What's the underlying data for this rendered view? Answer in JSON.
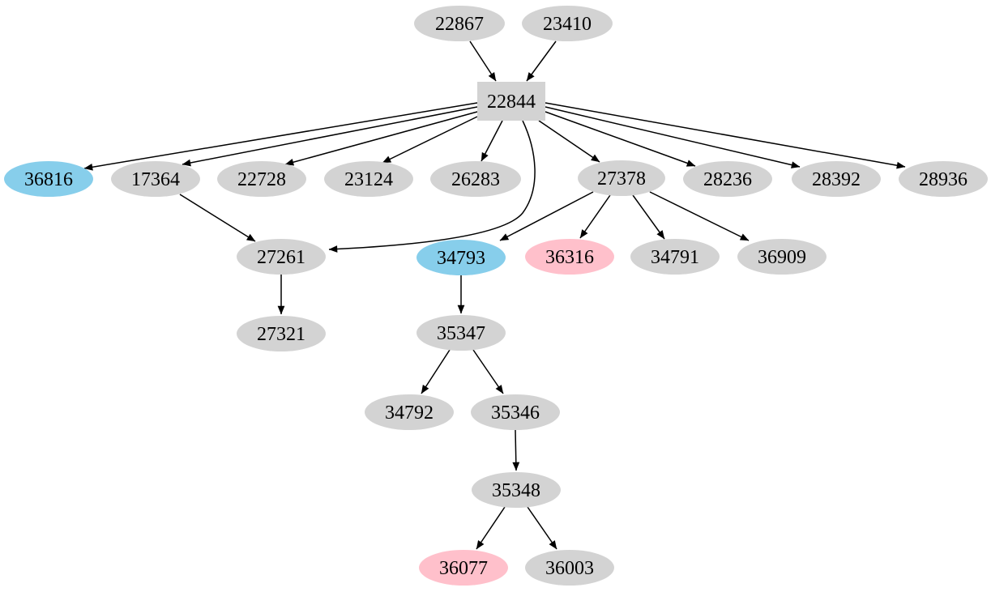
{
  "diagram": {
    "type": "directed-graph",
    "background": "#ffffff",
    "edge_color": "#000000",
    "text_color": "#000000",
    "node_colors": {
      "default": "#d3d3d3",
      "highlight_blue": "#87ceeb",
      "highlight_pink": "#ffc0cb"
    },
    "nodes": [
      {
        "id": "22867",
        "label": "22867",
        "shape": "ellipse",
        "color": "#d3d3d3"
      },
      {
        "id": "23410",
        "label": "23410",
        "shape": "ellipse",
        "color": "#d3d3d3"
      },
      {
        "id": "22844",
        "label": "22844",
        "shape": "box",
        "color": "#d3d3d3"
      },
      {
        "id": "36816",
        "label": "36816",
        "shape": "ellipse",
        "color": "#87ceeb"
      },
      {
        "id": "17364",
        "label": "17364",
        "shape": "ellipse",
        "color": "#d3d3d3"
      },
      {
        "id": "22728",
        "label": "22728",
        "shape": "ellipse",
        "color": "#d3d3d3"
      },
      {
        "id": "23124",
        "label": "23124",
        "shape": "ellipse",
        "color": "#d3d3d3"
      },
      {
        "id": "26283",
        "label": "26283",
        "shape": "ellipse",
        "color": "#d3d3d3"
      },
      {
        "id": "27378",
        "label": "27378",
        "shape": "ellipse",
        "color": "#d3d3d3"
      },
      {
        "id": "28236",
        "label": "28236",
        "shape": "ellipse",
        "color": "#d3d3d3"
      },
      {
        "id": "28392",
        "label": "28392",
        "shape": "ellipse",
        "color": "#d3d3d3"
      },
      {
        "id": "28936",
        "label": "28936",
        "shape": "ellipse",
        "color": "#d3d3d3"
      },
      {
        "id": "27261",
        "label": "27261",
        "shape": "ellipse",
        "color": "#d3d3d3"
      },
      {
        "id": "34793",
        "label": "34793",
        "shape": "ellipse",
        "color": "#87ceeb"
      },
      {
        "id": "36316",
        "label": "36316",
        "shape": "ellipse",
        "color": "#ffc0cb"
      },
      {
        "id": "34791",
        "label": "34791",
        "shape": "ellipse",
        "color": "#d3d3d3"
      },
      {
        "id": "36909",
        "label": "36909",
        "shape": "ellipse",
        "color": "#d3d3d3"
      },
      {
        "id": "27321",
        "label": "27321",
        "shape": "ellipse",
        "color": "#d3d3d3"
      },
      {
        "id": "35347",
        "label": "35347",
        "shape": "ellipse",
        "color": "#d3d3d3"
      },
      {
        "id": "34792",
        "label": "34792",
        "shape": "ellipse",
        "color": "#d3d3d3"
      },
      {
        "id": "35346",
        "label": "35346",
        "shape": "ellipse",
        "color": "#d3d3d3"
      },
      {
        "id": "35348",
        "label": "35348",
        "shape": "ellipse",
        "color": "#d3d3d3"
      },
      {
        "id": "36077",
        "label": "36077",
        "shape": "ellipse",
        "color": "#ffc0cb"
      },
      {
        "id": "36003",
        "label": "36003",
        "shape": "ellipse",
        "color": "#d3d3d3"
      }
    ],
    "edges": [
      {
        "from": "22867",
        "to": "22844"
      },
      {
        "from": "23410",
        "to": "22844"
      },
      {
        "from": "22844",
        "to": "36816"
      },
      {
        "from": "22844",
        "to": "17364"
      },
      {
        "from": "22844",
        "to": "22728"
      },
      {
        "from": "22844",
        "to": "23124"
      },
      {
        "from": "22844",
        "to": "26283"
      },
      {
        "from": "22844",
        "to": "27378"
      },
      {
        "from": "22844",
        "to": "28236"
      },
      {
        "from": "22844",
        "to": "28392"
      },
      {
        "from": "22844",
        "to": "28936"
      },
      {
        "from": "22844",
        "to": "27261"
      },
      {
        "from": "17364",
        "to": "27261"
      },
      {
        "from": "27378",
        "to": "34793"
      },
      {
        "from": "27378",
        "to": "36316"
      },
      {
        "from": "27378",
        "to": "34791"
      },
      {
        "from": "27378",
        "to": "36909"
      },
      {
        "from": "27261",
        "to": "27321"
      },
      {
        "from": "34793",
        "to": "35347"
      },
      {
        "from": "35347",
        "to": "34792"
      },
      {
        "from": "35347",
        "to": "35346"
      },
      {
        "from": "35346",
        "to": "35348"
      },
      {
        "from": "35348",
        "to": "36077"
      },
      {
        "from": "35348",
        "to": "36003"
      }
    ]
  }
}
